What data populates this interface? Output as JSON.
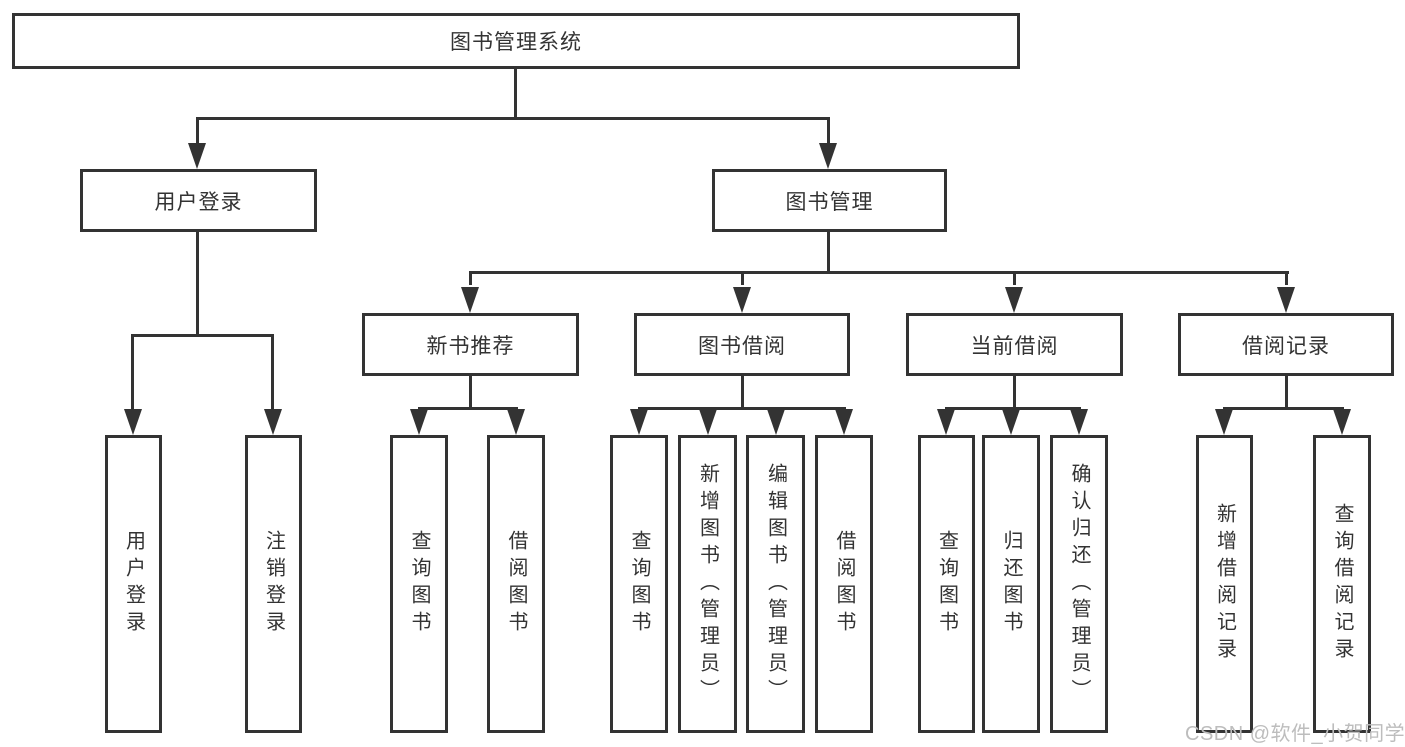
{
  "diagram": {
    "root": "图书管理系统",
    "branches": [
      {
        "label": "用户登录",
        "children": [
          "用户登录",
          "注销登录"
        ]
      },
      {
        "label": "图书管理",
        "groups": [
          {
            "label": "新书推荐",
            "children": [
              "查询图书",
              "借阅图书"
            ]
          },
          {
            "label": "图书借阅",
            "children": [
              "查询图书",
              "新增图书（管理员）",
              "编辑图书（管理员）",
              "借阅图书"
            ]
          },
          {
            "label": "当前借阅",
            "children": [
              "查询图书",
              "归还图书",
              "确认归还（管理员）"
            ]
          },
          {
            "label": "借阅记录",
            "children": [
              "新增借阅记录",
              "查询借阅记录"
            ]
          }
        ]
      }
    ],
    "colors": {
      "line": "#333333",
      "box_border": "#333333",
      "box_fill": "#ffffff",
      "text": "#333333",
      "watermark": "#bdbdbd"
    }
  },
  "watermark": {
    "text": "CSDN @软件_小贺同学"
  }
}
